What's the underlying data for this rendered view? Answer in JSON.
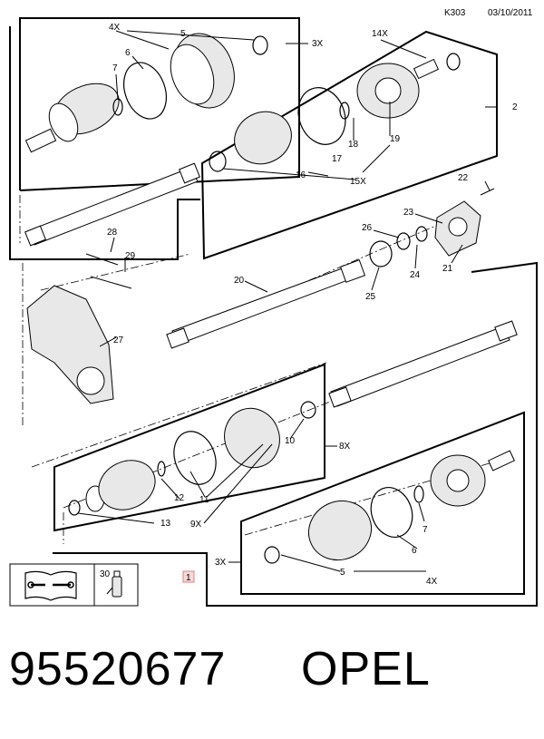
{
  "header": {
    "ref_code": "K303",
    "date": "03/10/2011"
  },
  "footer": {
    "part_number": "95520677",
    "brand": "OPEL"
  },
  "callouts": {
    "c1": "1",
    "c2": "2",
    "c4x_a": "4X",
    "c4x_b": "4X",
    "c5_a": "5",
    "c5_b": "5",
    "c6_a": "6",
    "c6_b": "6",
    "c7_a": "7",
    "c7_b": "7",
    "c3x_a": "3X",
    "c3x_b": "3X",
    "c14x": "14X",
    "c15x": "15X",
    "c16": "16",
    "c17": "17",
    "c18": "18",
    "c19": "19",
    "c20": "20",
    "c21": "21",
    "c22": "22",
    "c23": "23",
    "c24": "24",
    "c25": "25",
    "c26": "26",
    "c27": "27",
    "c28": "28",
    "c29": "29",
    "c10": "10",
    "c8x": "8X",
    "c11": "11",
    "c12": "12",
    "c13": "13",
    "c9x": "9X",
    "c30": "30"
  }
}
